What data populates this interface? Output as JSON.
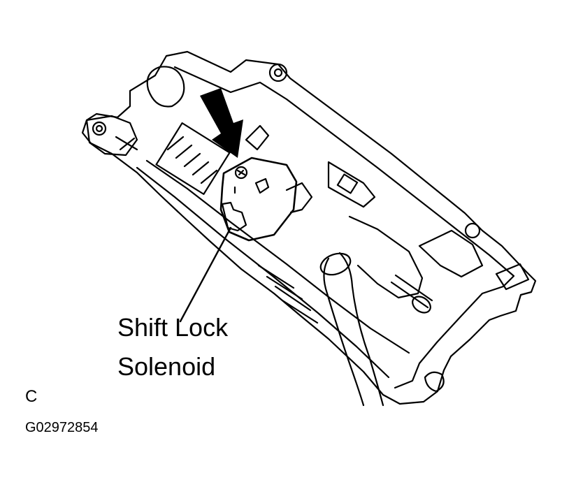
{
  "callout": {
    "line1": "Shift Lock",
    "line2": "Solenoid"
  },
  "view_letter": "C",
  "figure_code": "G02972854",
  "colors": {
    "ink": "#000000",
    "paper": "#ffffff"
  },
  "icons": {
    "indicator": "arrow-down-right-icon"
  }
}
